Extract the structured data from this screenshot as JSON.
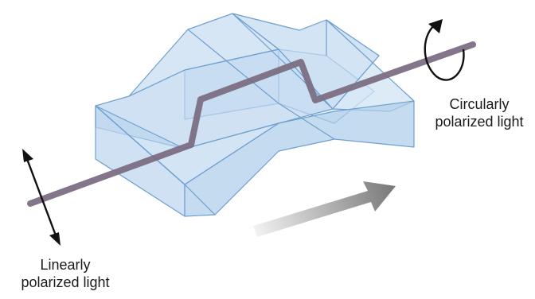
{
  "labels": {
    "linear_line1": "Linearly",
    "linear_line2": "polarized light",
    "circular_line1": "Circularly",
    "circular_line2": "polarized light"
  },
  "colors": {
    "crystal_fill": "#bcd6ee",
    "crystal_edge": "#6f9fd0",
    "beam": "#7a6a80",
    "arrow_dark": "#777777",
    "arrow_light": "#f2f2f2",
    "text": "#1a1a1a"
  }
}
